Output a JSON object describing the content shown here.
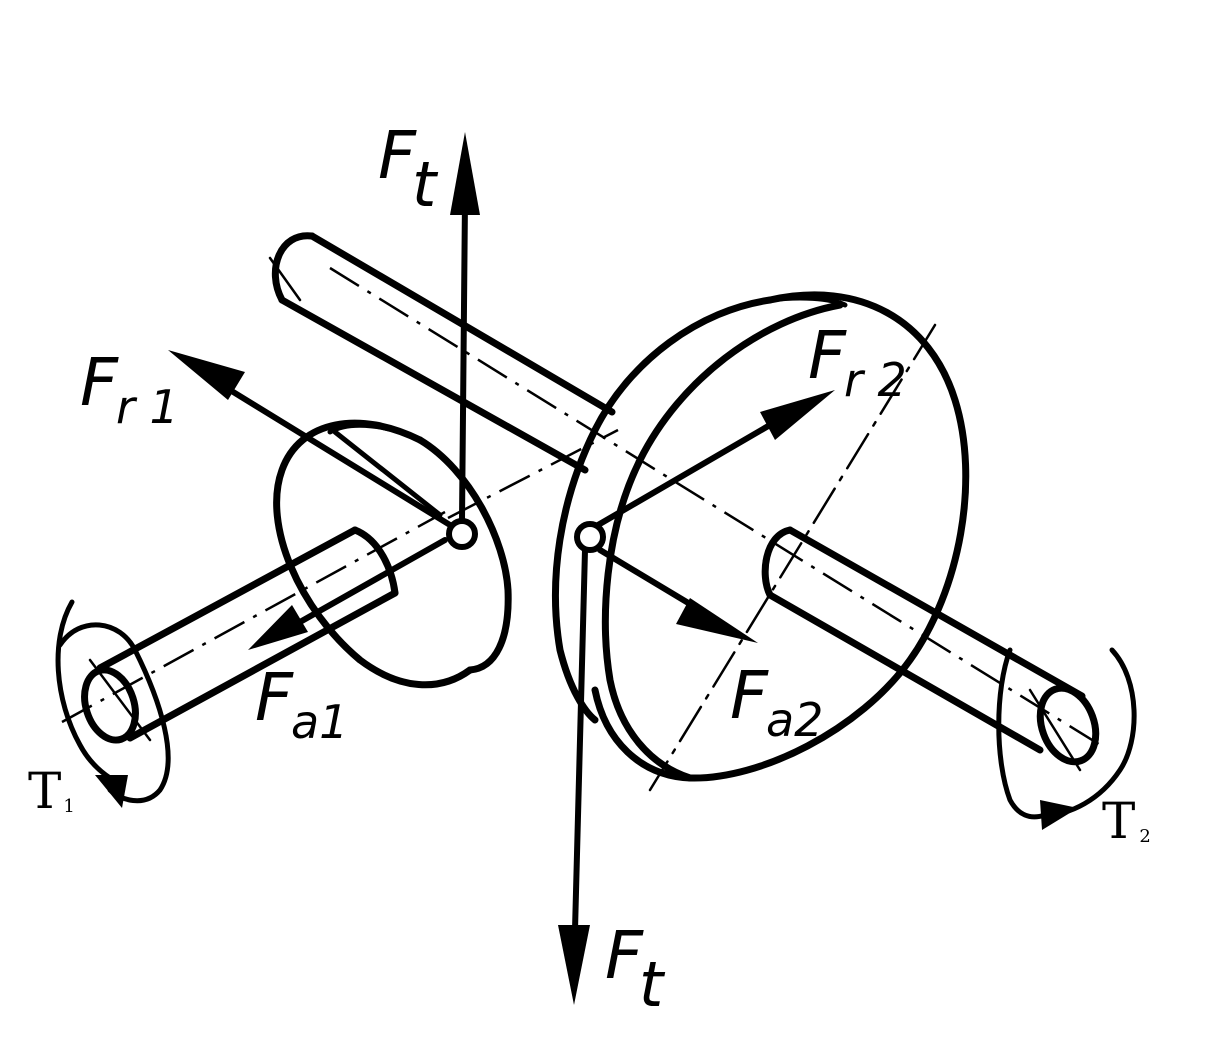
{
  "labels": {
    "ft_top": {
      "main": "F",
      "sub": "t"
    },
    "fr1": {
      "main": "F",
      "sub": "r 1"
    },
    "fr2": {
      "main": "F",
      "sub": "r 2"
    },
    "fa1": {
      "main": "F",
      "sub": "a1"
    },
    "fa2": {
      "main": "F",
      "sub": "a2"
    },
    "ft_bottom": {
      "main": "F",
      "sub": "t"
    },
    "t1": {
      "main": "T",
      "sub": "1"
    },
    "t2": {
      "main": "T",
      "sub": "2"
    }
  },
  "colors": {
    "ink": "#000000",
    "background": "#ffffff"
  }
}
